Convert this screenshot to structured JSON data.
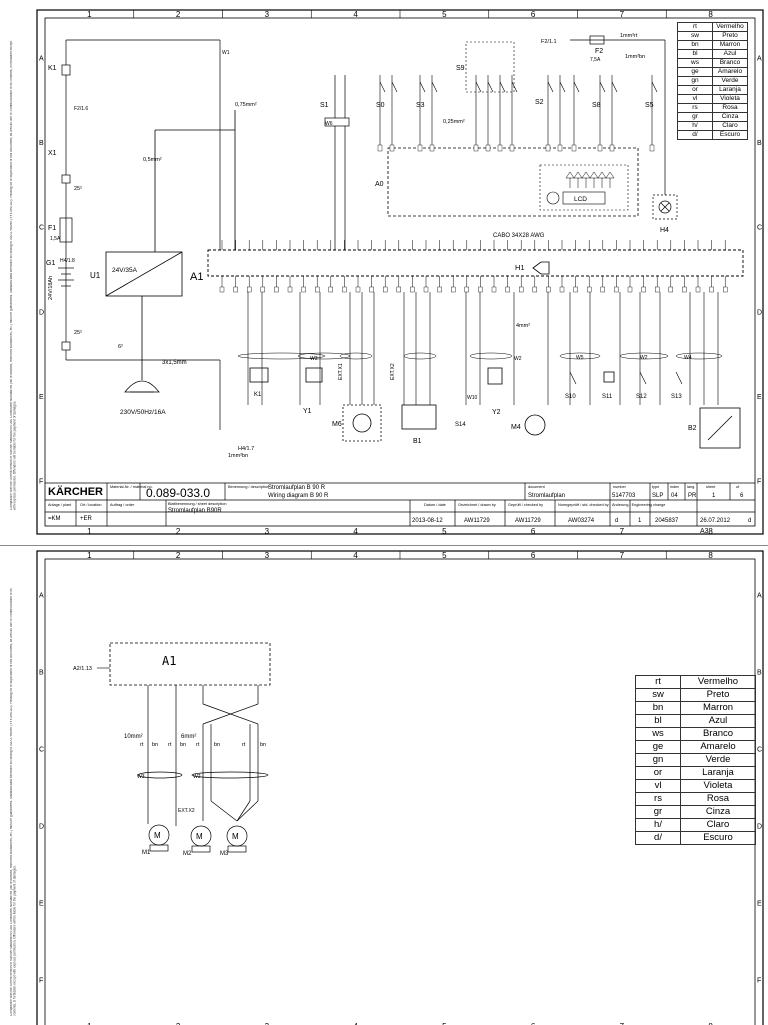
{
  "grid": {
    "cols": [
      "1",
      "2",
      "3",
      "4",
      "5",
      "6",
      "7",
      "8"
    ],
    "rows": [
      "A",
      "B",
      "C",
      "D",
      "E",
      "F"
    ]
  },
  "side_note": "Compliance with the current version of Kärcher standard KN 050 Constituent substances (list of banned, restricted substances, etc.) must be guaranteed. Standard data tolerance according to ISO 2768-mK (YYY-MM-DD). Passing on or duplication of this document, as well as use or communication of its contents, is forbidden except with express permission. Offenders will be liable for the payment of damages.",
  "color_legend": [
    {
      "code": "rt",
      "name": "Vermelho"
    },
    {
      "code": "sw",
      "name": "Preto"
    },
    {
      "code": "bn",
      "name": "Marron"
    },
    {
      "code": "bl",
      "name": "Azul"
    },
    {
      "code": "ws",
      "name": "Branco"
    },
    {
      "code": "ge",
      "name": "Amarelo"
    },
    {
      "code": "gn",
      "name": "Verde"
    },
    {
      "code": "or",
      "name": "Laranja"
    },
    {
      "code": "vl",
      "name": "Violeta"
    },
    {
      "code": "rs",
      "name": "Rosa"
    },
    {
      "code": "gr",
      "name": "Cinza"
    },
    {
      "code": "h/",
      "name": "Claro"
    },
    {
      "code": "d/",
      "name": "Escuro"
    }
  ],
  "sheet1": {
    "labels": {
      "k1": "K1",
      "x1": "X1",
      "f1": "F1",
      "f1_val": "1,5A",
      "g1": "G1",
      "g1_val": "24V/18Ah",
      "u1": "U1",
      "u1_rating": "24V/35A",
      "a1": "A1",
      "a0": "A0",
      "supply": "230V/50Hz/16A",
      "cable": "3x1,5mm",
      "cable_awg": "CABO 34X28 AWG",
      "lcd": "LCD",
      "s1": "S1",
      "s0": "S0",
      "s3": "S3",
      "s9": "S9",
      "s2": "S2",
      "s8": "S8",
      "s5": "S5",
      "f2": "F2",
      "f2_ref": "F2/1.1",
      "f2_val": "7,5A",
      "h1": "H1",
      "h4": "H4",
      "h4_ref": "H4/1.7",
      "m6": "M6",
      "m4": "M4",
      "b1": "B1",
      "b2": "B2",
      "y1": "Y1",
      "y2": "Y2",
      "s10": "S10",
      "s11": "S11",
      "s12": "S12",
      "s13": "S13",
      "s14": "S14",
      "w10": "W10",
      "w1": "W1",
      "w2": "W2",
      "w3": "W3",
      "w4": "W4",
      "w5": "W5",
      "w6": "W6",
      "ext_x1": "EXT.X1",
      "ext_x2": "EXT.X2",
      "f2_16": "F2/1.6",
      "h4_1": "H4/1.8",
      "sect_075": "0,75mm²",
      "sect_05": "0,5mm²",
      "sect_025": "0,25mm²",
      "sect_1": "1mm²rt",
      "sect_1bn": "1mm²bn",
      "sect_4": "4mm²",
      "sect_25": "25²",
      "sect_6": "6²"
    },
    "title_block": {
      "brand": "KÄRCHER",
      "material_label": "Material-Nr. / material no.",
      "material_no": "0.089-033.0",
      "desc_label": "Benennung / description",
      "desc_de": "Stromlaufplan B 90 R",
      "desc_en": "Wiring diagram B 90 R",
      "sheet_desc_label": "Blattbenennung / sheet description",
      "sheet_desc": "Stromlaufplan B90R",
      "anlage": "Anlage / plant",
      "ort": "Ort / location",
      "auftrag": "Auftrag / order",
      "km": "=KM",
      "er": "+ER",
      "datum_label": "Datum / date",
      "datum": "2013-08-12",
      "drawn_label": "Gezeichnet / drawn by",
      "drawn": "AW11729",
      "checked_label": "Geprüft / checked by",
      "checked": "AW11729",
      "norm_label": "Normgeprüft / std. checked by",
      "norm": "AW03274",
      "document_label": "document",
      "document": "Stromlaufplan",
      "number_label": "number",
      "number": "5147703",
      "type_label": "type",
      "type": "SLP",
      "index_label": "index",
      "index": "04",
      "lang_label": "lang.",
      "lang": "PR",
      "sheet_label": "sheet",
      "sheet": "1",
      "of_label": "of",
      "of": "6",
      "change_label": "Änderung / Engineering change",
      "change_index": "d",
      "change_count": "1",
      "change_number": "2045837",
      "change_date": "26.07.2012",
      "change_rev": "d",
      "format": "A3"
    }
  },
  "sheet2": {
    "labels": {
      "a1": "A1",
      "a2_ref": "A2/1.13",
      "sect_10": "10mm²",
      "sect_6": "6mm²",
      "rt": "rt",
      "bn": "bn",
      "w3": "W3",
      "w2": "W2",
      "ext": "EXT.X2",
      "m1": "M1",
      "m2": "M2",
      "m3": "M3",
      "motor": "M"
    }
  }
}
